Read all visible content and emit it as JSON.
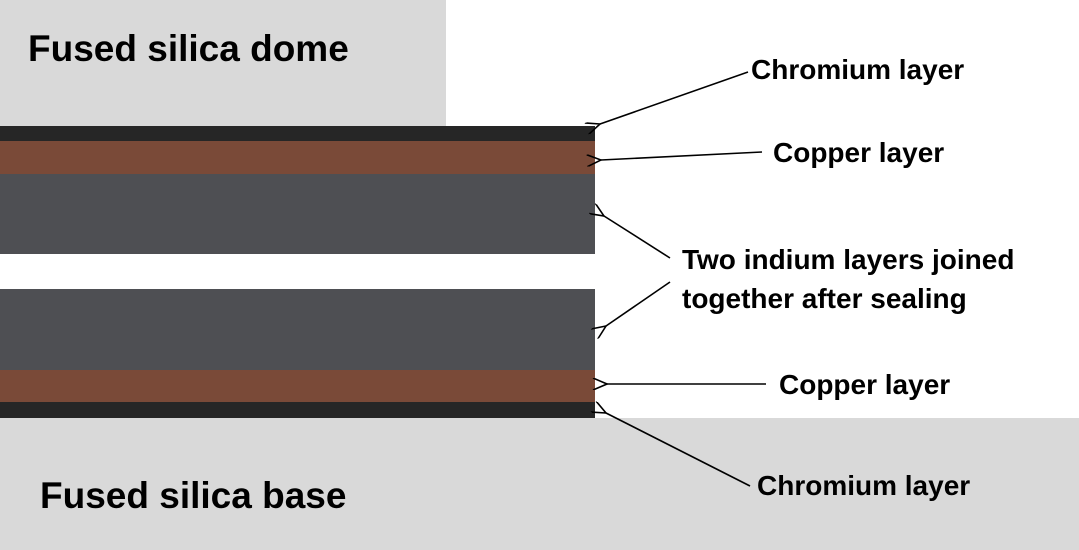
{
  "diagram": {
    "regions": {
      "dome": "Fused silica dome",
      "base": "Fused silica base"
    },
    "callouts": {
      "chromium_top": "Chromium layer",
      "copper_top": "Copper layer",
      "indium_line1": "Two indium layers joined",
      "indium_line2": "together after sealing",
      "copper_bottom": "Copper layer",
      "chromium_bottom": "Chromium layer"
    },
    "colors": {
      "silica": "#d9d9d9",
      "chromium": "#262626",
      "copper": "#7a4a38",
      "indium": "#4e4f53"
    }
  }
}
